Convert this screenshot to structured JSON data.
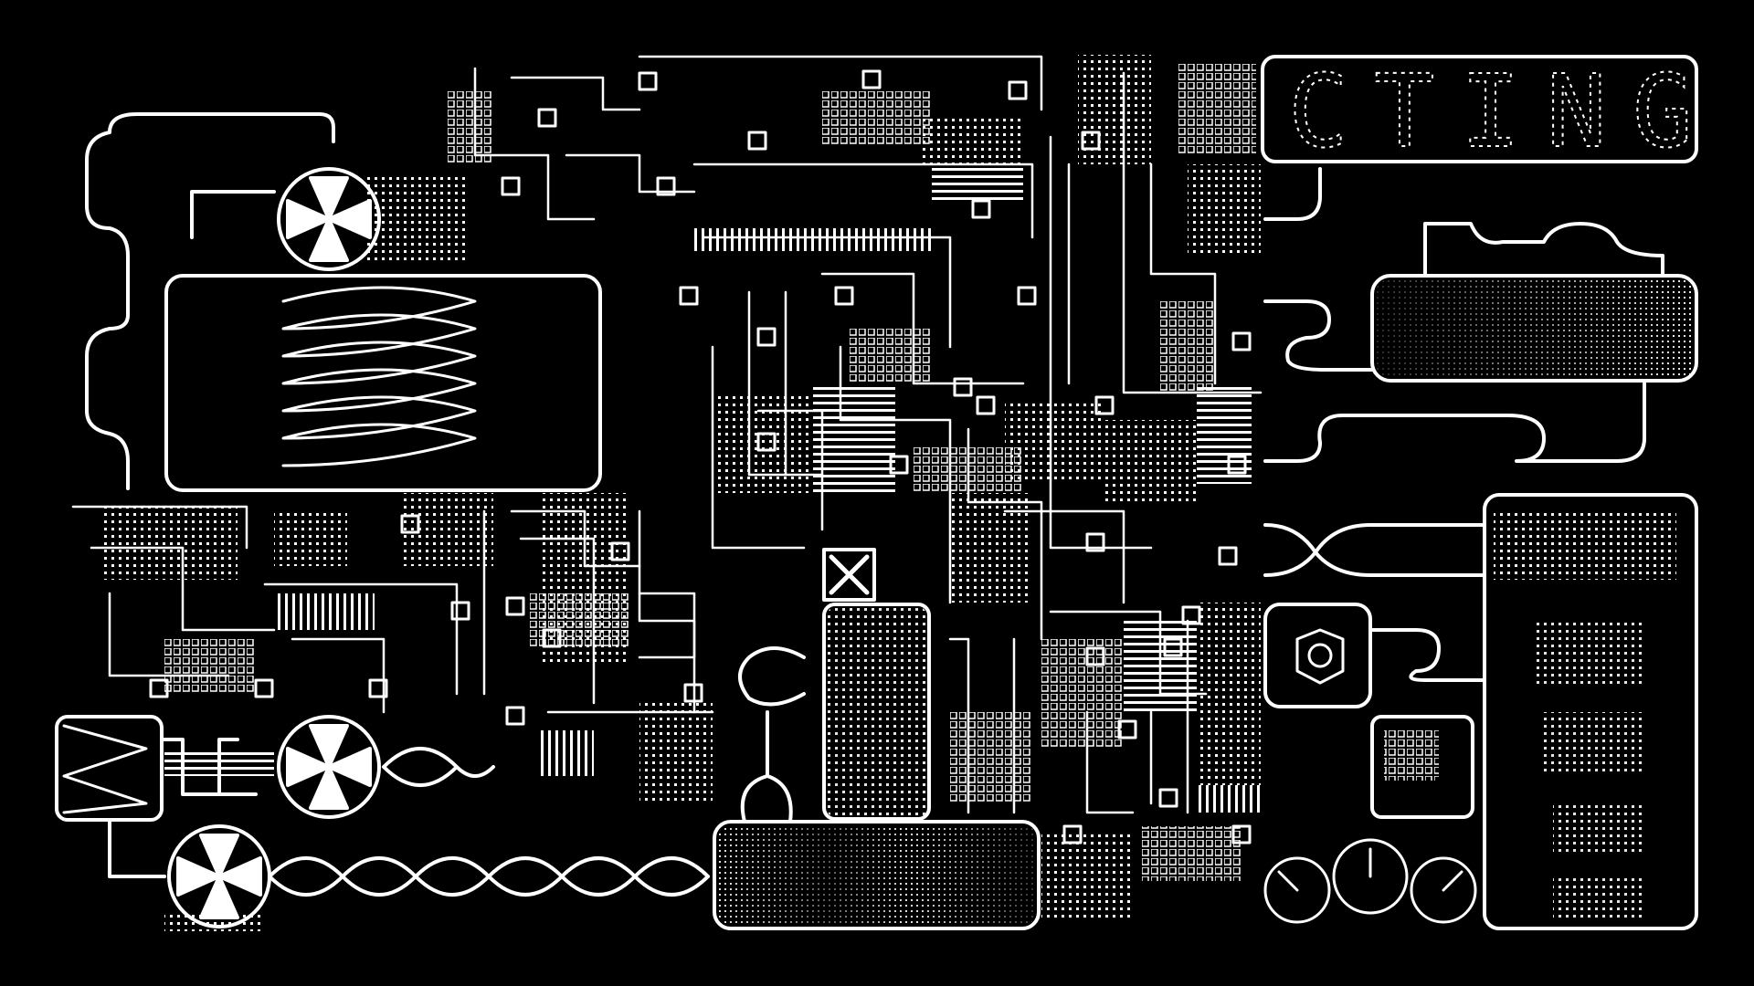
{
  "theme": {
    "background": "#000000",
    "foreground": "#ffffff"
  },
  "panels": {
    "top_right_display": {
      "text": "CTING"
    },
    "right_display": {
      "text": ""
    },
    "top_left_display": {
      "pattern": "oscillating-wave"
    },
    "bottom_center_display": {
      "pattern": "dither-gradient"
    },
    "right_gradient_tank": {
      "pattern": "dither-gradient"
    }
  },
  "icons": [
    "fan-icon",
    "fan-icon",
    "fan-icon",
    "wave-icon",
    "x-cross-icon",
    "gauge-icon"
  ]
}
